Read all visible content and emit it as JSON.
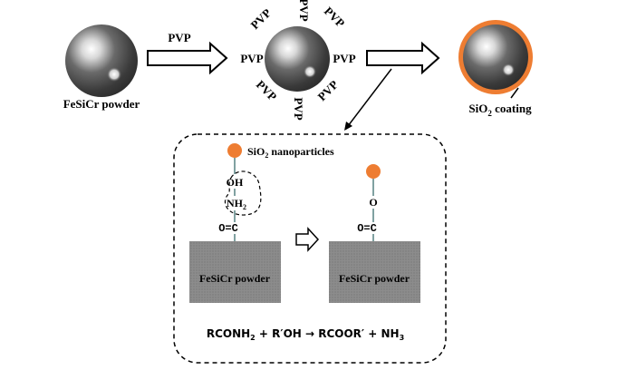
{
  "title": "",
  "top_row": {
    "powder_label": "FeSiCr powder",
    "arrow1_label": "PVP",
    "pvp_tag": "PVP",
    "coating_label_pre": "SiO",
    "coating_label_sub": "2",
    "coating_label_post": " coating"
  },
  "detail": {
    "nano_label_pre": "SiO",
    "nano_label_sub": "2",
    "nano_label_post": " nanoparticles",
    "oh_label": "OH",
    "nh2_label_pre": "NH",
    "nh2_label_sub": "2",
    "co_left_label": "O=C",
    "o_right_label": "O",
    "co_right_label": "O=C",
    "block_left_label": "FeSiCr powder",
    "block_right_label": "FeSiCr powder",
    "equation_pre": "RCONH",
    "equation_sub1": "2",
    "equation_mid": " + R′OH → RCOOR′ + NH",
    "equation_sub2": "3"
  },
  "colors": {
    "sphere_dark": "#3a3a3a",
    "sphere_light": "#f5f5f5",
    "coating_orange": "#ee7d32",
    "block_gray": "#8c8c8c",
    "stick_teal": "#3c6e6e"
  }
}
